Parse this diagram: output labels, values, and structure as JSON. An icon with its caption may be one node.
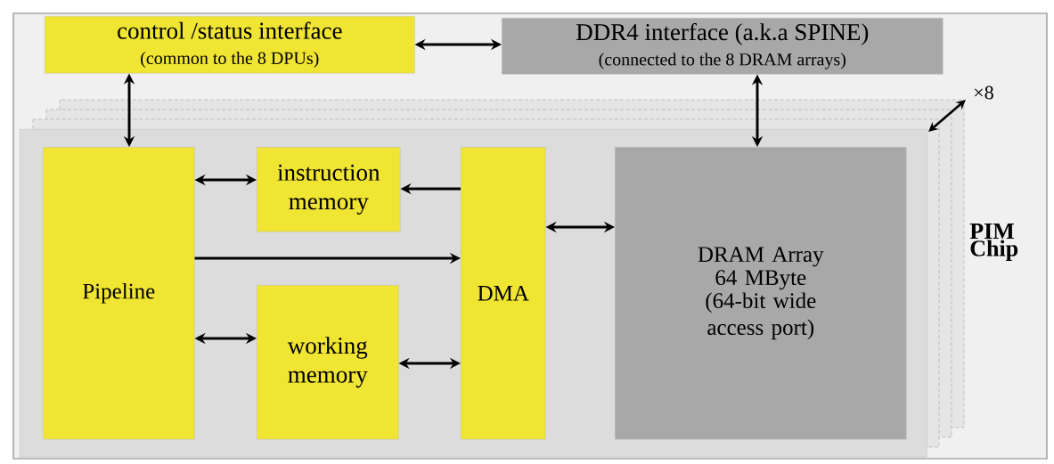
{
  "diagram": {
    "nodes": [
      {
        "text": [
          "control /status interface",
          "(common to the 8 DPUs)"
        ]
      },
      {
        "text": [
          "DDR4 interface (a.k.a SPINE)",
          "(connected to the 8 DRAM arrays)"
        ]
      },
      {
        "text": [],
        "shape": "box"
      },
      {
        "text": [
          "Pipeline"
        ],
        "in": 2
      },
      {
        "text": [
          "instruction memory"
        ],
        "in": 2
      },
      {
        "text": [
          "working memory"
        ],
        "in": 2
      },
      {
        "text": [
          "DMA"
        ],
        "in": 2
      },
      {
        "text": [
          "DRAM Array",
          "64 MByte",
          "(64-bit wide access port)"
        ],
        "in": 2
      }
    ],
    "edges": [
      {
        "from": 0,
        "to": 1,
        "arrow": "both"
      },
      {
        "from": 0,
        "to": 3,
        "arrow": "both"
      },
      {
        "from": 1,
        "to": 7,
        "arrow": "both"
      },
      {
        "from": 3,
        "to": 4,
        "arrow": "both"
      },
      {
        "from": 6,
        "to": 4,
        "arrow": "to"
      },
      {
        "from": 3,
        "to": 6,
        "arrow": "to"
      },
      {
        "from": 6,
        "to": 7,
        "arrow": "both"
      },
      {
        "from": 3,
        "to": 5,
        "arrow": "both"
      },
      {
        "from": 5,
        "to": 6,
        "arrow": "both"
      }
    ],
    "labels": [
      "×8",
      "PIM Chip"
    ]
  }
}
